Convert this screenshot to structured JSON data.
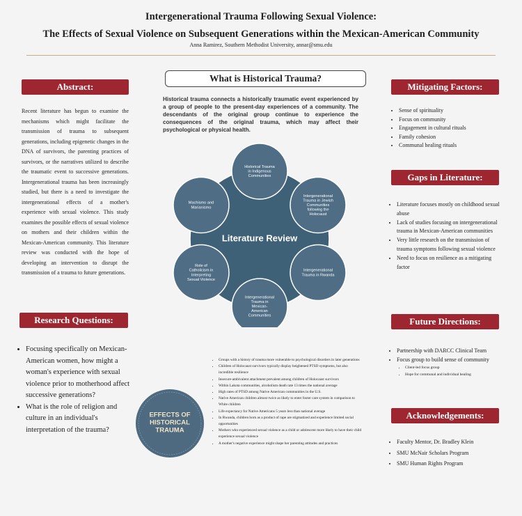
{
  "header": {
    "title_line1": "Intergenerational Trauma Following Sexual Violence:",
    "title_line2": "The Effects of Sexual Violence on Subsequent Generations within the Mexican-American Community",
    "author": "Anna Ramirez, Southern Methodist University, annar@smu.edu"
  },
  "abstract": {
    "heading": "Abstract:",
    "text": "Recent literature has begun to examine the mechanisms which might facilitate the transmission of trauma to subsequent generations, including epigenetic changes in the DNA of survivors, the parenting practices of survivors, or the narratives utilized to describe the traumatic event to successive generations. Intergenerational trauma has been increasingly studied, but there is a need to investigate the intergenerational effects of a mother's experience with sexual violence. This study examines the possible effects of sexual violence on mothers and their children within the Mexican-American community. This literature review was conducted with the hope of developing an intervention to disrupt the transmission of a trauma to future generations."
  },
  "research": {
    "heading": "Research Questions:",
    "items": [
      "Focusing specifically on Mexican-American women, how might a woman's experience with sexual violence prior to motherhood affect successive generations?",
      "What is the role of religion and culture in an individual's interpretation of the trauma?"
    ]
  },
  "historical": {
    "heading": "What is Historical Trauma?",
    "text": "Historical trauma connects a historically traumatic event experienced by a group of people to the present-day experiences of a community. The descendants of the original group continue to experience the consequences of the original trauma, which may affect their psychological or physical health."
  },
  "diagram": {
    "center": "Literature Review",
    "nodes": [
      [
        "Historical Trauma",
        "in Indigenous",
        "Communities"
      ],
      [
        "Intergenerational",
        "Trauma in Jewish",
        "Communities",
        "following the",
        "Holocaust"
      ],
      [
        "Intergenerational",
        "Trauma in Rwanda"
      ],
      [
        "Intergenerational",
        "Trauma in",
        "Mexican-",
        "American",
        "Communities"
      ],
      [
        "Role of",
        "Catholicism in",
        "Interpreting",
        "Sexual Violence"
      ],
      [
        "Machismo and",
        "Marianismo"
      ]
    ]
  },
  "effects": {
    "circle_label": [
      "EFFECTS OF",
      "HISTORICAL",
      "TRAUMA"
    ],
    "items": [
      "Groups with a history of trauma more vulnerable to psychological disorders in later generations",
      "Children of Holocaust survivors typically display heightened PTSD symptoms, but also incredible resilience",
      "Insecure-ambivalent attachment prevalent among children of Holocaust survivors",
      "Within Lakota communities, alcoholism death rate 13 times the national average",
      "High rates of PTSD among Native American communities in the U.S.",
      "Native American children almost twice as likely to enter foster care system in comparison to White children",
      "Life expectancy for Native Americans 5 years less than national average",
      "In Rwanda, children born as a product of rape are stigmatized and experience limited social opportunities",
      "Mothers who experienced sexual violence as a child or adolescent more likely to have their child experience sexual violence",
      "A mother's negative experience might shape her parenting attitudes and practices"
    ]
  },
  "mitigating": {
    "heading": "Mitigating Factors:",
    "items": [
      "Sense of spirituality",
      "Focus on community",
      "Engagement in cultural rituals",
      "Family cohesion",
      "Communal healing rituals"
    ]
  },
  "gaps": {
    "heading": "Gaps in Literature:",
    "items": [
      "Literature focuses mostly on childhood sexual abuse",
      "Lack of studies focusing on intergenerational trauma in Mexican-American communities",
      "Very little research on the transmission of trauma symptoms following sexual violence",
      "Need to focus on resilience as a mitigating factor"
    ]
  },
  "future": {
    "heading": "Future Directions:",
    "items": [
      "Partnership with DARCC Clinical Team",
      "Focus group to build sense of community"
    ],
    "subitems": [
      "Client-led focus group",
      "Hope for communal and individual healing"
    ]
  },
  "ack": {
    "heading": "Acknowledgements:",
    "items": [
      "Faculty Mentor, Dr. Bradley Klein",
      "SMU McNair Scholars Program",
      "SMU Human Rights Program"
    ]
  },
  "colors": {
    "accent": "#9e2630",
    "circle": "#3f6178",
    "rule": "#c8ad7f"
  }
}
